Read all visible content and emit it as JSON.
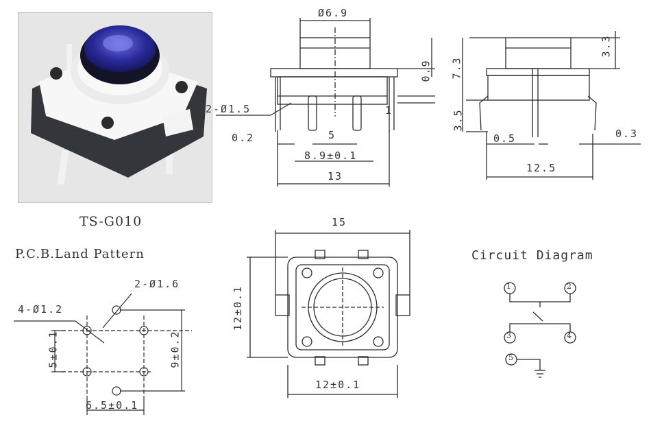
{
  "product": {
    "model": "TS-G010",
    "cap_color": "#2a2a9a"
  },
  "front_view": {
    "dim_cap_diameter": "Ø6.9",
    "dim_pin_holes": "2-Ø1.5",
    "dim_height_09": "0.9",
    "dim_1": "1",
    "dim_02": "0.2",
    "dim_5": "5",
    "dim_89": "8.9±0.1",
    "dim_13": "13"
  },
  "side_view": {
    "dim_33": "3.3",
    "dim_73": "7.3",
    "dim_35": "3.5",
    "dim_05": "0.5",
    "dim_03": "0.3",
    "dim_125": "12.5"
  },
  "pcb": {
    "title": "P.C.B.Land Pattern",
    "dim_4x12": "4-Ø1.2",
    "dim_2x16": "2-Ø1.6",
    "dim_5": "5±0.1",
    "dim_9": "9±0.2",
    "dim_65": "6.5±0.1"
  },
  "top_view": {
    "dim_15": "15",
    "dim_12v": "12±0.1",
    "dim_12h": "12±0.1"
  },
  "circuit": {
    "title": "Circuit Diagram",
    "pins": [
      "1",
      "2",
      "3",
      "4",
      "5"
    ]
  }
}
